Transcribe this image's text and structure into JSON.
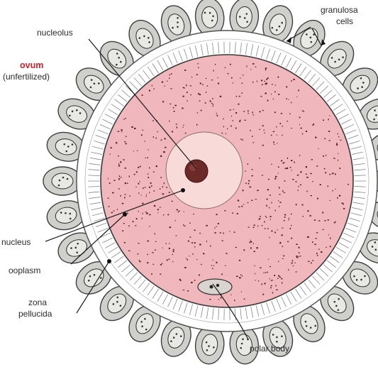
{
  "labels": {
    "nucleolus": "nucleolus",
    "ovum": "ovum",
    "unfertilized": "(unfertilized)",
    "granulosa_line1": "granulosa",
    "granulosa_line2": "cells",
    "nucleus": "nucleus",
    "ooplasm": "ooplasm",
    "zona_line1": "zona",
    "zona_line2": "pellucida",
    "polar_body": "polar body"
  },
  "colors": {
    "ooplasm_fill": "#f0b8bd",
    "nucleus_fill": "#f8dad9",
    "nucleolus_fill": "#6b2a28",
    "zona_fill": "#ffffff",
    "cell_fill": "#cfd0cc",
    "cell_stroke": "#3e3e3e",
    "dot_color": "#5a1e22",
    "ovum_label": "#d4202a"
  }
}
